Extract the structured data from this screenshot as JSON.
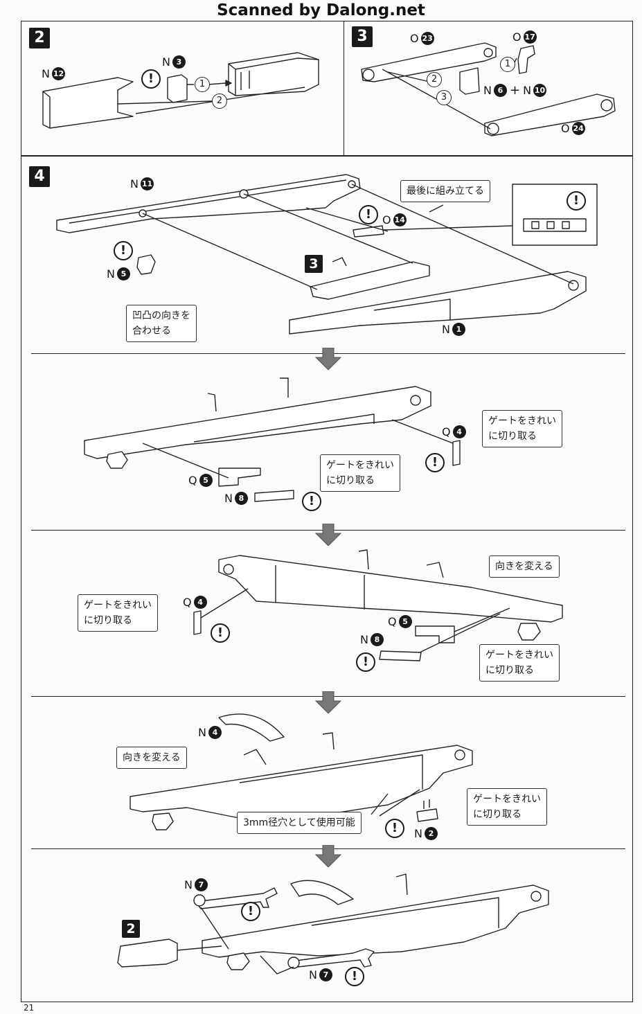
{
  "watermark": "Scanned by Dalong.net",
  "page_number": "21",
  "steps": {
    "s2": "2",
    "s3": "3",
    "s4": "4",
    "ref3": "3",
    "ref2": "2"
  },
  "step2": {
    "n12": {
      "runner": "N",
      "num": "12"
    },
    "n3": {
      "runner": "N",
      "num": "3"
    },
    "seq1": "1",
    "seq2": "2"
  },
  "step3": {
    "o23": {
      "runner": "O",
      "num": "23"
    },
    "o17": {
      "runner": "O",
      "num": "17"
    },
    "n6": {
      "runner": "N",
      "num": "6"
    },
    "plus": "+",
    "n10": {
      "runner": "N",
      "num": "10"
    },
    "o24": {
      "runner": "O",
      "num": "24"
    },
    "seq1": "1",
    "seq2": "2",
    "seq3": "3"
  },
  "step4": {
    "n11": {
      "runner": "N",
      "num": "11"
    },
    "o14": {
      "runner": "O",
      "num": "14"
    },
    "n5": {
      "runner": "N",
      "num": "5"
    },
    "n1": {
      "runner": "N",
      "num": "1"
    },
    "note_last": "最後に組み立てる",
    "note_align": [
      "凹凸の向きを",
      "合わせる"
    ]
  },
  "sub1": {
    "q4": {
      "runner": "Q",
      "num": "4"
    },
    "q5": {
      "runner": "Q",
      "num": "5"
    },
    "n8": {
      "runner": "N",
      "num": "8"
    },
    "note_gate_a": [
      "ゲートをきれい",
      "に切り取る"
    ],
    "note_gate_b": [
      "ゲートをきれい",
      "に切り取る"
    ]
  },
  "sub2": {
    "q4": {
      "runner": "Q",
      "num": "4"
    },
    "q5": {
      "runner": "Q",
      "num": "5"
    },
    "n8": {
      "runner": "N",
      "num": "8"
    },
    "note_turn": "向きを変える",
    "note_gate_a": [
      "ゲートをきれい",
      "に切り取る"
    ],
    "note_gate_b": [
      "ゲートをきれい",
      "に切り取る"
    ]
  },
  "sub3": {
    "n4": {
      "runner": "N",
      "num": "4"
    },
    "n2": {
      "runner": "N",
      "num": "2"
    },
    "note_turn": "向きを変える",
    "note_3mm": "3mm径穴として使用可能",
    "note_gate": [
      "ゲートをきれい",
      "に切り取る"
    ]
  },
  "sub4": {
    "n7a": {
      "runner": "N",
      "num": "7"
    },
    "n7b": {
      "runner": "N",
      "num": "7"
    }
  },
  "warn": "!"
}
